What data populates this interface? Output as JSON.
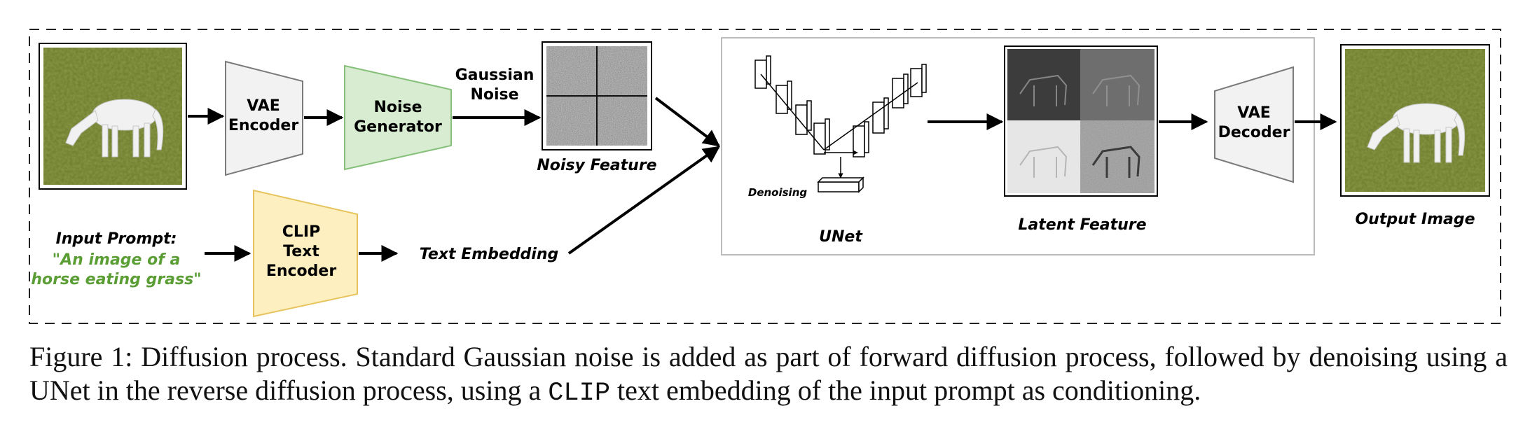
{
  "input_prompt": {
    "label": "Input Prompt:",
    "line1": "\"An image of a",
    "line2": "horse eating grass\""
  },
  "vae_encoder": {
    "line1": "VAE",
    "line2": "Encoder"
  },
  "noise_generator": {
    "line1": "Noise",
    "line2": "Generator"
  },
  "gaussian_noise": {
    "line1": "Gaussian",
    "line2": "Noise"
  },
  "noisy_feature": {
    "label": "Noisy Feature"
  },
  "clip_encoder": {
    "line1": "CLIP",
    "line2": "Text",
    "line3": "Encoder"
  },
  "text_embedding": {
    "label": "Text Embedding"
  },
  "unet": {
    "label": "UNet",
    "denoising_label": "Denoising"
  },
  "latent_feature": {
    "label": "Latent Feature"
  },
  "vae_decoder": {
    "line1": "VAE",
    "line2": "Decoder"
  },
  "output_image": {
    "label": "Output Image"
  },
  "caption": {
    "prefix": "Figure 1: Diffusion process. Standard Gaussian noise is added as part of forward diffusion process, followed by denoising using a UNet in the reverse diffusion process, using a",
    "code": "CLIP",
    "suffix": "text embedding of the input prompt as conditioning."
  },
  "colors": {
    "prompt_green": "#5c9e36",
    "noise_fill": "#d8ecd2",
    "noise_stroke": "#86c07a",
    "clip_fill": "#fdefbf",
    "clip_stroke": "#e6c35c",
    "vae_fill": "#f2f2f2",
    "vae_stroke": "#7a7a7a",
    "grass": "#6b7a2a"
  }
}
